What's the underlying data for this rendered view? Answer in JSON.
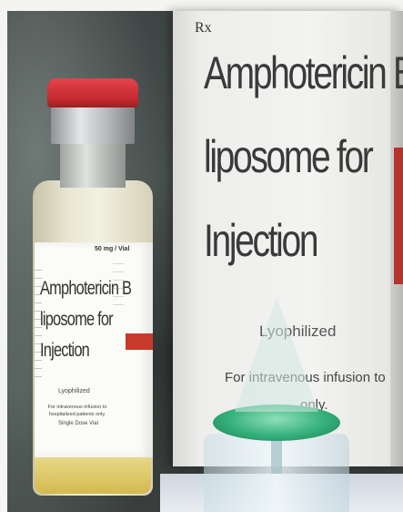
{
  "carton": {
    "rx": "Rx",
    "title_lines": [
      "Amphotericin B",
      "liposome for",
      "Injection"
    ],
    "lyophilized": "Lyophilized",
    "infusion_text": "For intravenous infusion to",
    "only_text": "only."
  },
  "vial_label": {
    "dose": "50 mg / Vial",
    "title_lines": [
      "Amphotericin B",
      "liposome for",
      "Injection"
    ],
    "lyophilized": "Lyophilized",
    "infusion_text": "For intravenous infusion to hospitalized patients only.",
    "single_dose": "Single Dose Vial"
  },
  "colors": {
    "cap_red": "#c42a30",
    "dispenser_green": "#34b07a",
    "carton_white": "#f3f3f1"
  }
}
